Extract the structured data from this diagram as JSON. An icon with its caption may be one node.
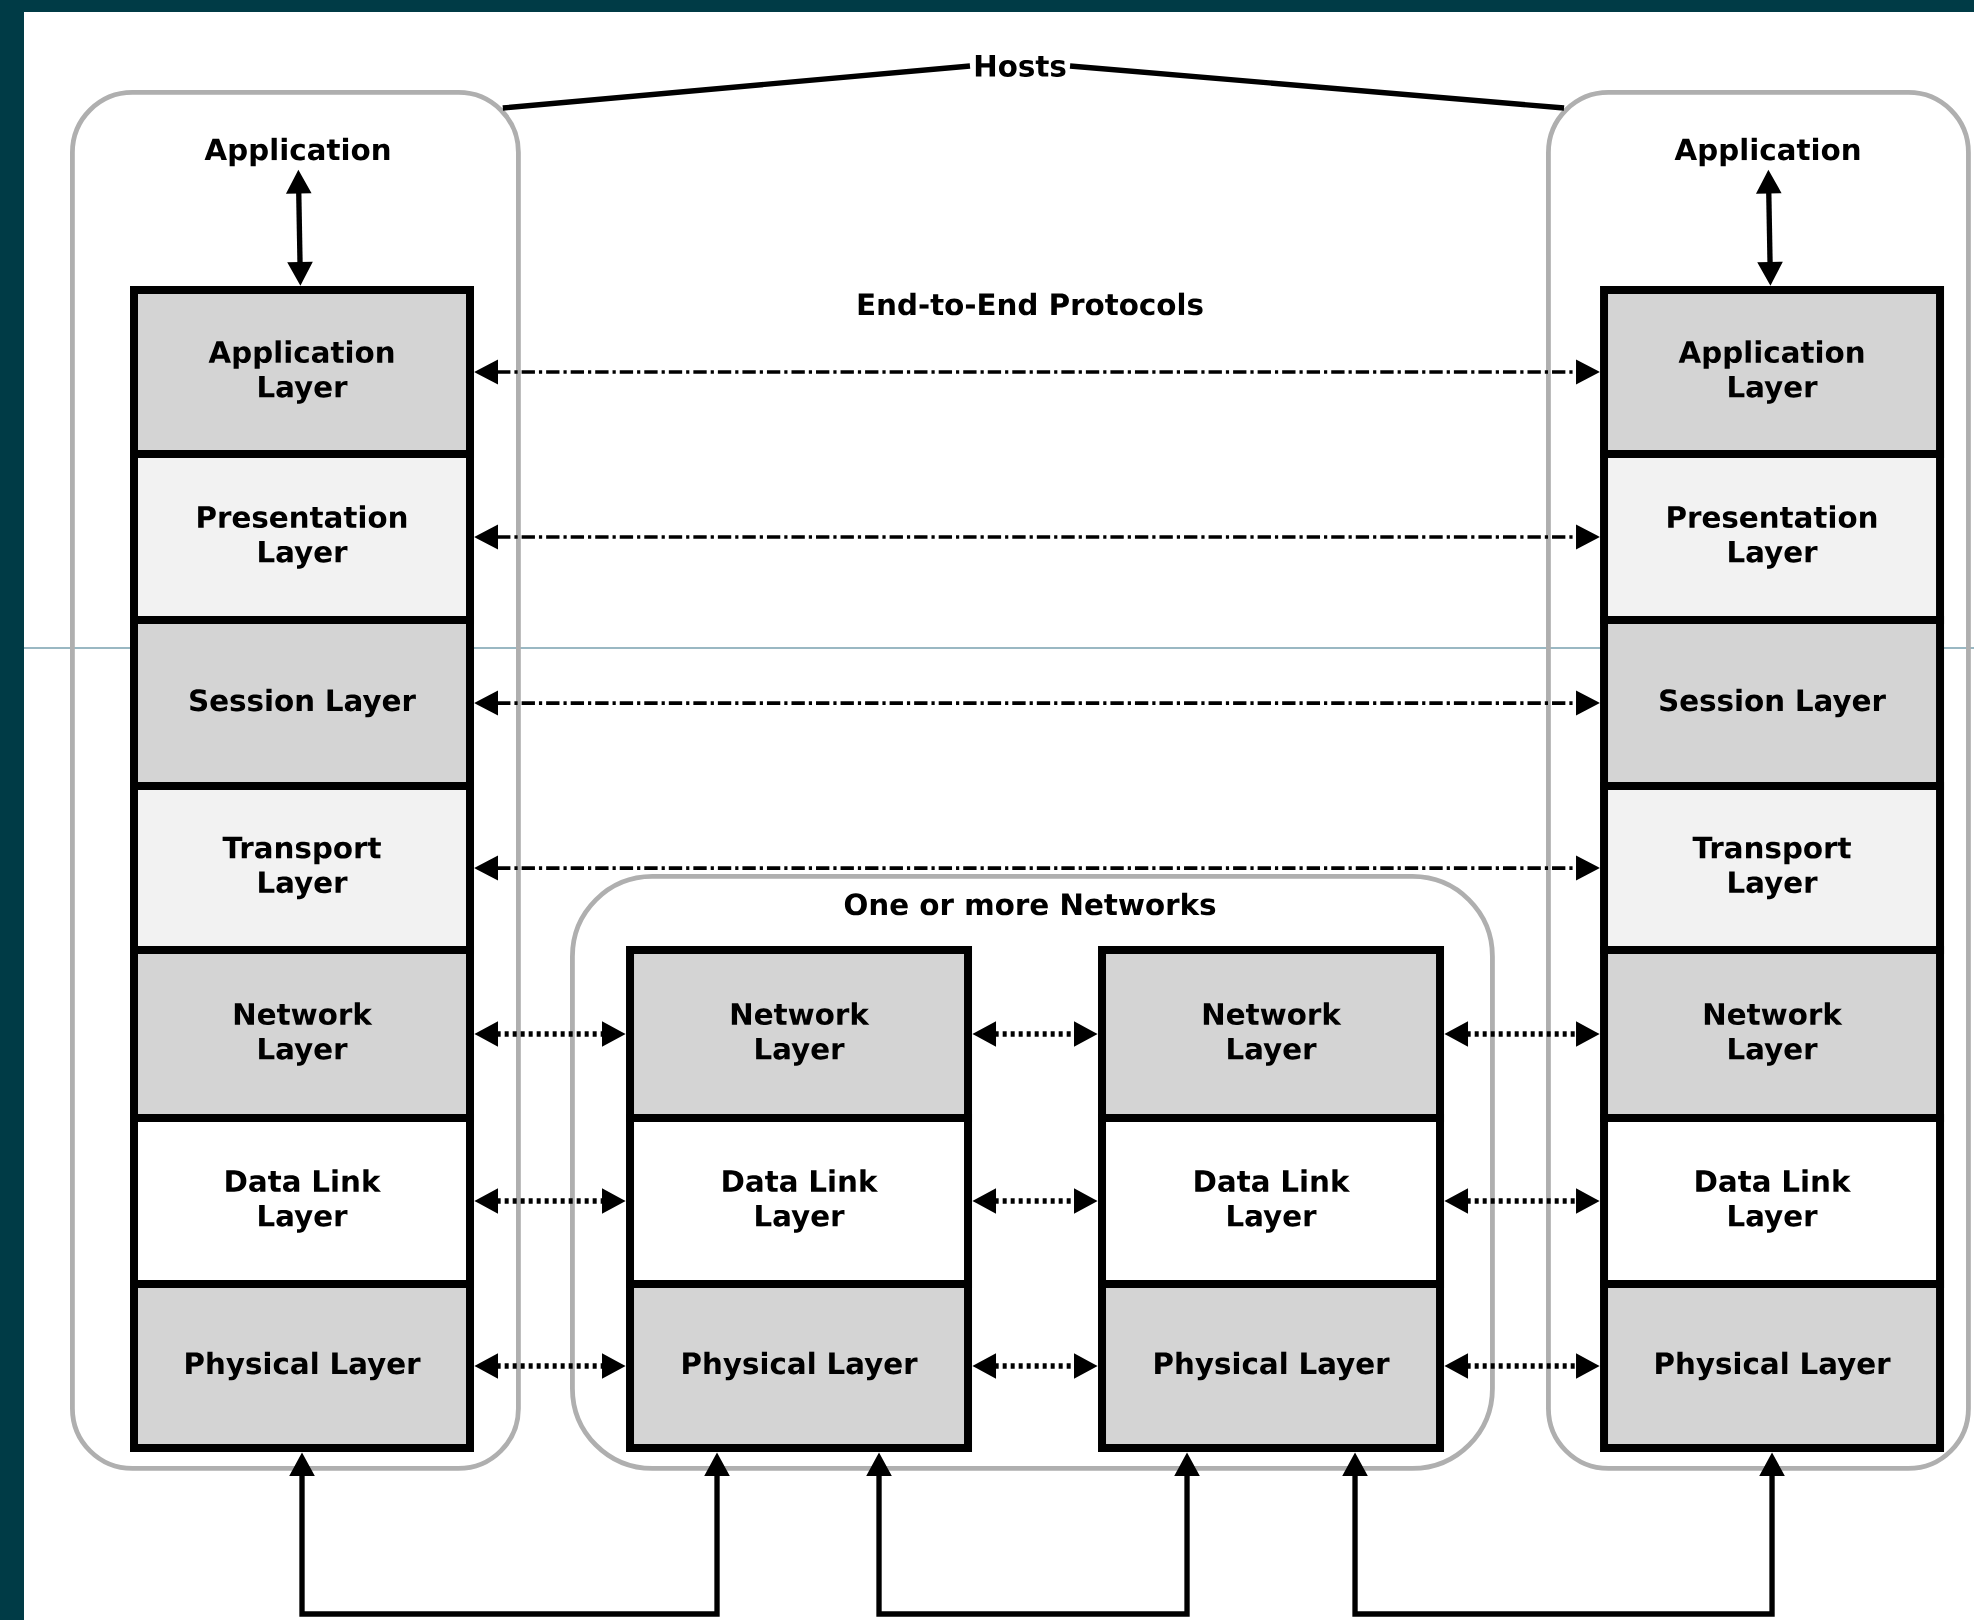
{
  "diagram": {
    "nodes": [
      {
        "text": [
          "Hosts"
        ]
      },
      {
        "text": [],
        "shape": "box"
      },
      {
        "text": [
          "Application"
        ],
        "in": 1
      },
      {
        "text": [
          "Application Layer"
        ],
        "in": 1
      },
      {
        "text": [
          "Presentation Layer"
        ],
        "in": 1
      },
      {
        "text": [
          "Session Layer"
        ],
        "in": 1
      },
      {
        "text": [
          "Transport Layer"
        ],
        "in": 1
      },
      {
        "text": [
          "Network Layer"
        ],
        "in": 1
      },
      {
        "text": [
          "Data Link Layer"
        ],
        "in": 1
      },
      {
        "text": [
          "Physical Layer"
        ],
        "in": 1
      },
      {
        "text": [],
        "shape": "box"
      },
      {
        "text": [
          "Application"
        ],
        "in": 10
      },
      {
        "text": [
          "Application Layer"
        ],
        "in": 10
      },
      {
        "text": [
          "Presentation Layer"
        ],
        "in": 10
      },
      {
        "text": [
          "Session Layer"
        ],
        "in": 10
      },
      {
        "text": [
          "Transport Layer"
        ],
        "in": 10
      },
      {
        "text": [
          "Network Layer"
        ],
        "in": 10
      },
      {
        "text": [
          "Data Link Layer"
        ],
        "in": 10
      },
      {
        "text": [
          "Physical Layer"
        ],
        "in": 10
      },
      {
        "text": [
          "One or more Networks"
        ]
      },
      {
        "text": [
          "Network Layer"
        ],
        "in": 19
      },
      {
        "text": [
          "Data Link Layer"
        ],
        "in": 19
      },
      {
        "text": [
          "Physical Layer"
        ],
        "in": 19
      },
      {
        "text": [
          "Network Layer"
        ],
        "in": 19
      },
      {
        "text": [
          "Data Link Layer"
        ],
        "in": 19
      },
      {
        "text": [
          "Physical Layer"
        ],
        "in": 19
      }
    ],
    "edges": [
      {
        "from": 0,
        "to": 1,
        "arrow": "none"
      },
      {
        "from": 0,
        "to": 10,
        "arrow": "none"
      },
      {
        "from": 2,
        "to": 3,
        "arrow": "both"
      },
      {
        "from": 11,
        "to": 12,
        "arrow": "both"
      },
      {
        "from": 3,
        "to": 12,
        "arrow": "both",
        "style": "dashed"
      },
      {
        "from": 4,
        "to": 13,
        "arrow": "both",
        "style": "dashed"
      },
      {
        "from": 5,
        "to": 14,
        "arrow": "both",
        "style": "dashed"
      },
      {
        "from": 6,
        "to": 15,
        "arrow": "both",
        "style": "dashed"
      },
      {
        "from": 7,
        "to": 20,
        "arrow": "both",
        "style": "dashed"
      },
      {
        "from": 20,
        "to": 23,
        "arrow": "both",
        "style": "dashed"
      },
      {
        "from": 23,
        "to": 16,
        "arrow": "both",
        "style": "dashed"
      },
      {
        "from": 8,
        "to": 21,
        "arrow": "both",
        "style": "dashed"
      },
      {
        "from": 21,
        "to": 24,
        "arrow": "both",
        "style": "dashed"
      },
      {
        "from": 24,
        "to": 17,
        "arrow": "both",
        "style": "dashed"
      },
      {
        "from": 9,
        "to": 22,
        "arrow": "both",
        "style": "dashed"
      },
      {
        "from": 22,
        "to": 25,
        "arrow": "both",
        "style": "dashed"
      },
      {
        "from": 25,
        "to": 18,
        "arrow": "both",
        "style": "dashed"
      },
      {
        "from": 9,
        "to": 22,
        "arrow": "both"
      },
      {
        "from": 22,
        "to": 25,
        "arrow": "both"
      },
      {
        "from": 25,
        "to": 18,
        "arrow": "both"
      }
    ],
    "labels": [
      "End-to-End Protocols"
    ]
  }
}
